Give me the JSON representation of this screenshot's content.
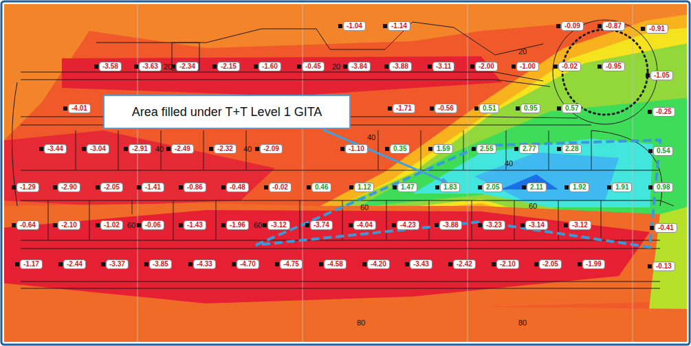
{
  "diagram": {
    "nodes": [
      {
        "text": [
          "Area filled under T+T Level 1 GITA"
        ]
      }
    ],
    "labels": [
      "-1.04",
      "-1.14",
      "-0.09",
      "-0.87",
      "-0.91",
      "-3.58",
      "-3.63",
      "-2.34",
      "-2.15",
      "-1.60",
      "-0.45",
      "-3.84",
      "-3.88",
      "-3.11",
      "-2.00",
      "-1.00",
      "-0.02",
      "-0.95",
      "-1.05",
      "-4.01",
      "-1.71",
      "-0.56",
      "0.51",
      "0.95",
      "0.57",
      "-0.25",
      "-3.44",
      "-3.04",
      "-2.91",
      "-2.49",
      "-2.32",
      "-2.09",
      "-1.10",
      "0.35",
      "1.59",
      "2.55",
      "2.77",
      "2.28",
      "0.54",
      "-1.29",
      "-2.90",
      "-2.05",
      "-1.41",
      "-0.86",
      "-0.48",
      "-0.02",
      "0.46",
      "1.12",
      "1.47",
      "1.83",
      "2.05",
      "2.11",
      "1.92",
      "1.91",
      "0.98",
      "-0.64",
      "-2.10",
      "-1.02",
      "-0.06",
      "-1.43",
      "-1.96",
      "-3.12",
      "-3.74",
      "-4.04",
      "-4.23",
      "-3.88",
      "-3.23",
      "-3.14",
      "-3.12",
      "-0.41",
      "-1.17",
      "-2.44",
      "-3.37",
      "-3.85",
      "-4.33",
      "-4.70",
      "-4.75",
      "-4.58",
      "-4.20",
      "-3.43",
      "-2.42",
      "-2.10",
      "-2.05",
      "-1.99",
      "-0.13",
      "20",
      "20",
      "20",
      "40",
      "40",
      "40",
      "40",
      "60",
      "60",
      "60",
      "60",
      "80",
      "80"
    ]
  }
}
